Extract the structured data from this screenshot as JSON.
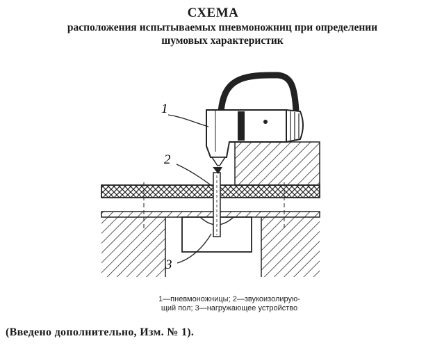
{
  "title": "СХЕМА",
  "subtitle_line1": "расположения испытываемых пневмоножниц при определении",
  "subtitle_line2": "шумовых характеристик",
  "labels": {
    "one": "1",
    "two": "2",
    "three": "3"
  },
  "caption_line1": "1—пневмоножницы; 2—звукоизолирую-",
  "caption_line2": "щий пол; 3—нагружающее устройство",
  "note": "(Введено дополнительно, Изм. № 1)."
}
